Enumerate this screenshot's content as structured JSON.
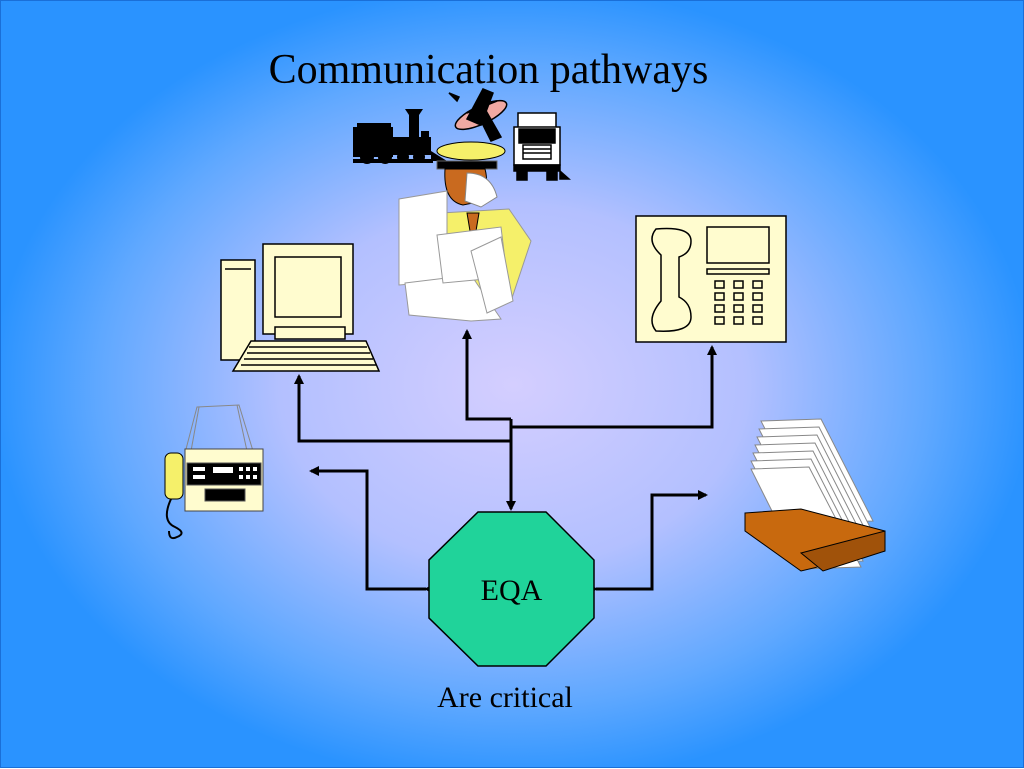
{
  "slide": {
    "title": "Communication pathways",
    "center_node": "EQA",
    "caption": "Are critical"
  },
  "icons": [
    "computer-icon",
    "courier-icon",
    "train-icon",
    "airplane-icon",
    "truck-icon",
    "telephone-icon",
    "fax-machine-icon",
    "card-file-icon"
  ],
  "colors": {
    "background": "#8fb8ff",
    "octagon": "#20d39a",
    "device": "#fffccf",
    "courier_jacket": "#f5f06a",
    "file_box": "#c8690e"
  }
}
